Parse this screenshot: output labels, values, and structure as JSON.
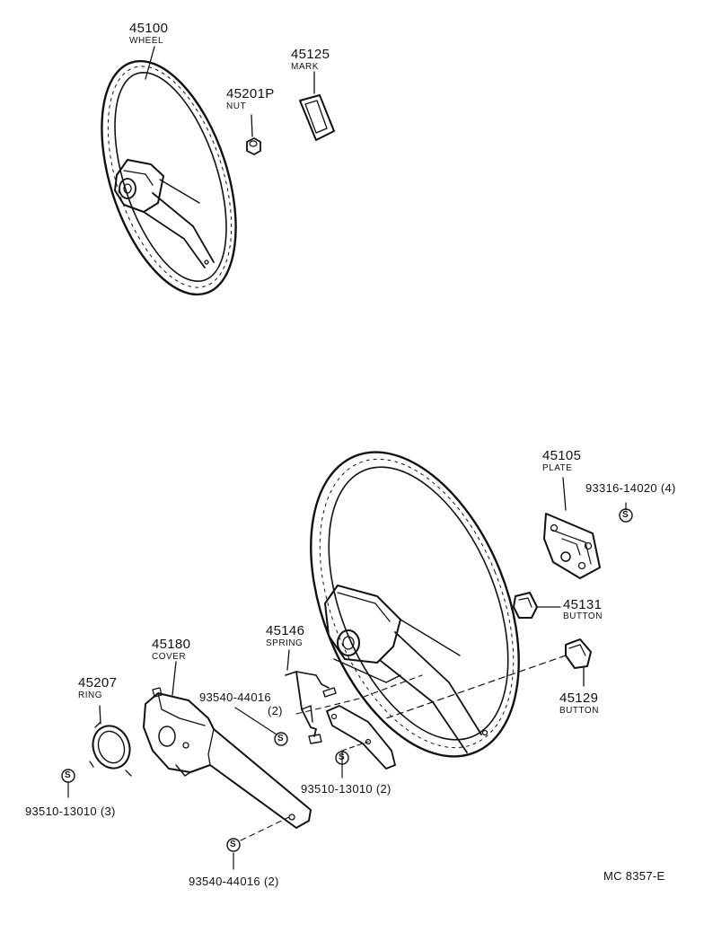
{
  "parts": {
    "wheel_top": {
      "number": "45100",
      "name": "WHEEL"
    },
    "mark": {
      "number": "45125",
      "name": "MARK"
    },
    "nut": {
      "number": "45201P",
      "name": "NUT"
    },
    "plate": {
      "number": "45105",
      "name": "PLATE"
    },
    "button_131": {
      "number": "45131",
      "name": "BUTTON"
    },
    "button_129": {
      "number": "45129",
      "name": "BUTTON"
    },
    "spring": {
      "number": "45146",
      "name": "SPRING"
    },
    "cover": {
      "number": "45180",
      "name": "COVER"
    },
    "ring": {
      "number": "45207",
      "name": "RING"
    }
  },
  "standard_parts": {
    "screw_plate": {
      "number": "93316-14020",
      "qty": "(4)"
    },
    "screw_spring": {
      "number": "93540-44016",
      "qty": "(2)"
    },
    "screw_contact": {
      "number": "93510-13010",
      "qty": "(2)"
    },
    "screw_ring": {
      "number": "93510-13010",
      "qty": "(3)"
    },
    "screw_cover_bottom": {
      "number": "93540-44016",
      "qty": "(2)"
    }
  },
  "symbols": {
    "standard_part": "S"
  },
  "diagram_ref": "MC 8357-E"
}
